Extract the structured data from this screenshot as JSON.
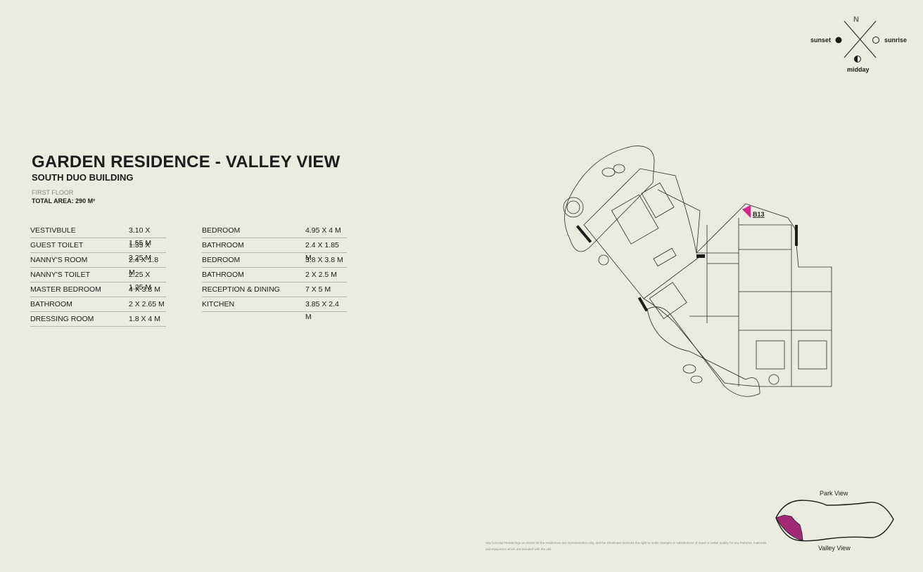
{
  "header": {
    "title": "GARDEN RESIDENCE - VALLEY VIEW",
    "subtitle": "SOUTH DUO BUILDING",
    "floor": "FIRST FLOOR",
    "total_area": "TOTAL AREA: 290 M²"
  },
  "rooms_left": [
    {
      "name": "VESTIVBULE",
      "dim": "3.10 X 1.55 M"
    },
    {
      "name": "GUEST TOILET",
      "dim": "1.35 X 3.25 M"
    },
    {
      "name": "NANNY'S ROOM",
      "dim": "2.4 X 1.8 M"
    },
    {
      "name": "NANNY'S TOILET",
      "dim": "2.25 X 1.25 M"
    },
    {
      "name": "MASTER BEDROOM",
      "dim": "4 X 3.8 M"
    },
    {
      "name": "BATHROOM",
      "dim": "2 X 2.65 M"
    },
    {
      "name": "DRESSING ROOM",
      "dim": "1.8 X 4 M"
    }
  ],
  "rooms_right": [
    {
      "name": "BEDROOM",
      "dim": "4.95 X 4 M"
    },
    {
      "name": "BATHROOM",
      "dim": "2.4 X 1.85 M"
    },
    {
      "name": "BEDROOM",
      "dim": "3.8 X 3.8 M"
    },
    {
      "name": "BATHROOM",
      "dim": "2 X 2.5 M"
    },
    {
      "name": "RECEPTION & DINING",
      "dim": "7 X 5 M"
    },
    {
      "name": "KITCHEN",
      "dim": "3.85 X 2.4 M"
    }
  ],
  "compass": {
    "north": "N",
    "west": "sunset",
    "east": "sunrise",
    "south": "midday"
  },
  "plan": {
    "unit_tag": "B13",
    "accent_color": "#d5268a"
  },
  "minimap": {
    "top_label": "Park View",
    "bottom_label": "Valley View"
  },
  "disclaimer": "Any Concept Renderings as shown for the residences are representative only, and the Developer reserves the right to make changes or substitutions of equal or better quality for any features, materials and equipment which are included with the unit."
}
